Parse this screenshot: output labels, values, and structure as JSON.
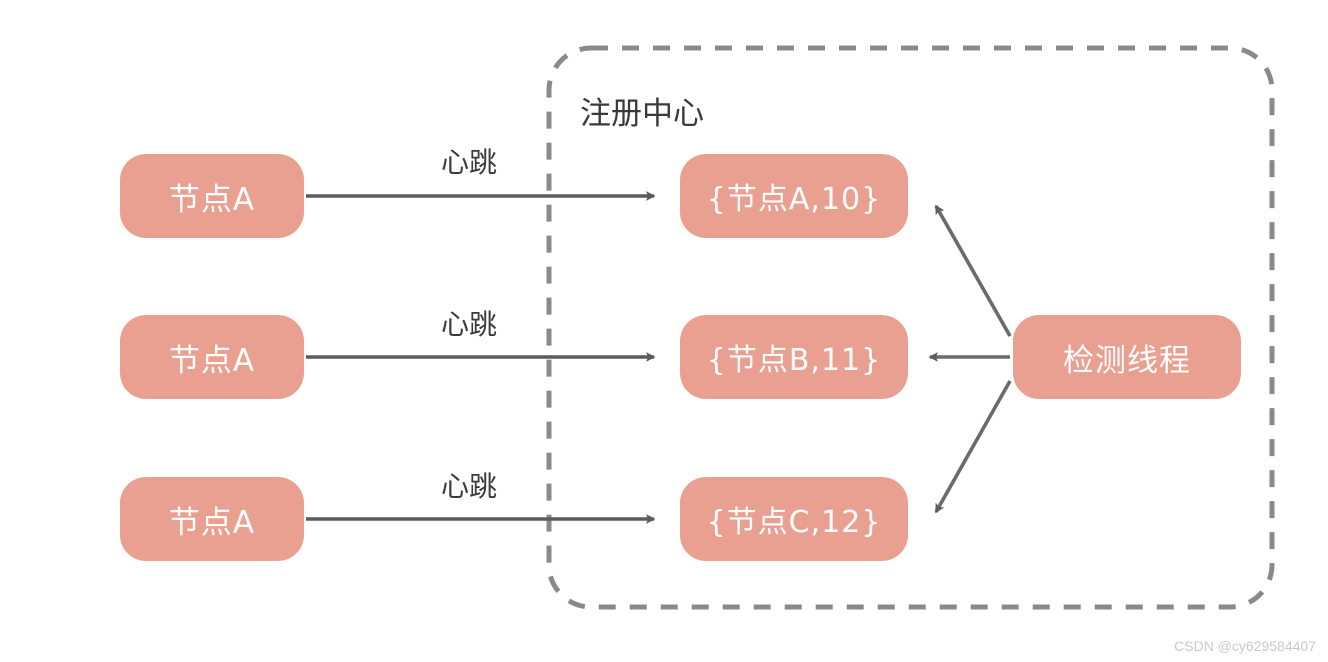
{
  "diagram": {
    "title_visible": false,
    "colors": {
      "box_fill": "#eaa091",
      "box_text": "#ffffff",
      "arrow": "#5c5c5c",
      "dashed_border": "#8a8a8a",
      "label_text": "#3b3b3b",
      "background": "#ffffff",
      "watermark": "#c9c9c9"
    },
    "container": {
      "label": "注册中心"
    },
    "client_nodes": [
      {
        "label": "节点A"
      },
      {
        "label": "节点A"
      },
      {
        "label": "节点A"
      }
    ],
    "heartbeat_edges": [
      {
        "label": "心跳"
      },
      {
        "label": "心跳"
      },
      {
        "label": "心跳"
      }
    ],
    "registry_entries": [
      {
        "label": "{节点A,10}",
        "node": "节点A",
        "value": 10
      },
      {
        "label": "{节点B,11}",
        "node": "节点B",
        "value": 11
      },
      {
        "label": "{节点C,12}",
        "node": "节点C",
        "value": 12
      }
    ],
    "detector": {
      "label": "检测线程"
    },
    "watermark": "CSDN @cy629584407"
  }
}
